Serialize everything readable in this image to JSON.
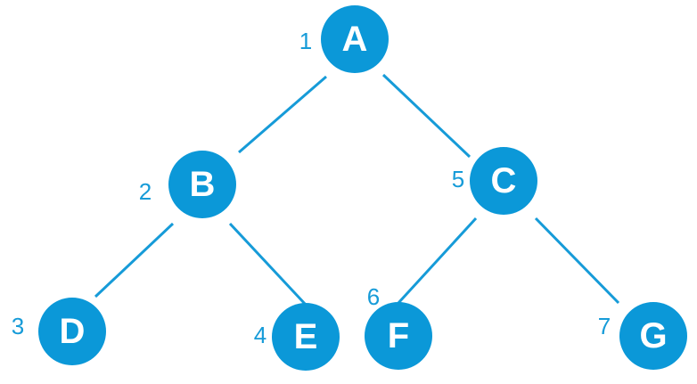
{
  "tree": {
    "nodes": [
      {
        "id": "A",
        "label": "A",
        "order": "1"
      },
      {
        "id": "B",
        "label": "B",
        "order": "2"
      },
      {
        "id": "C",
        "label": "C",
        "order": "5"
      },
      {
        "id": "D",
        "label": "D",
        "order": "3"
      },
      {
        "id": "E",
        "label": "E",
        "order": "4"
      },
      {
        "id": "F",
        "label": "F",
        "order": "6"
      },
      {
        "id": "G",
        "label": "G",
        "order": "7"
      }
    ],
    "edges": [
      {
        "from": "A",
        "to": "B"
      },
      {
        "from": "A",
        "to": "C"
      },
      {
        "from": "B",
        "to": "D"
      },
      {
        "from": "B",
        "to": "E"
      },
      {
        "from": "C",
        "to": "F"
      },
      {
        "from": "C",
        "to": "G"
      }
    ]
  },
  "colors": {
    "node_fill": "#0b98d8",
    "edge_stroke": "#169bd8",
    "order_label": "#169bd8",
    "node_text": "#ffffff"
  }
}
